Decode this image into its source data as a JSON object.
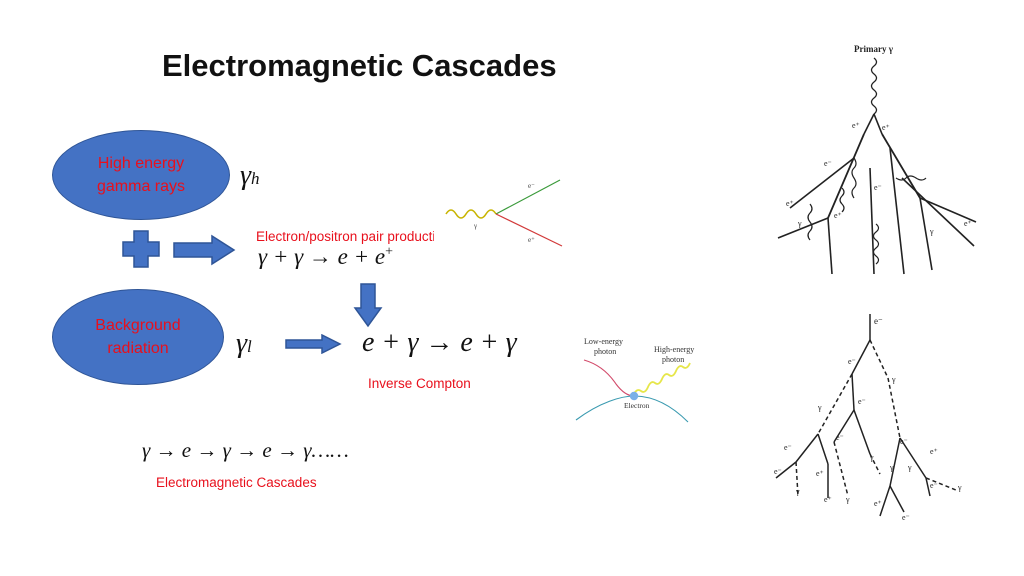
{
  "title": "Electromagnetic Cascades",
  "nodes": {
    "high_energy": "High energy gamma rays",
    "background": "Background radiation"
  },
  "symbols": {
    "gamma_h": "γ",
    "gamma_h_sub": "h",
    "gamma_l": "γ",
    "gamma_l_sub": "l"
  },
  "labels": {
    "pair_production": "Electron/positron pair production",
    "inverse_compton": "Inverse Compton",
    "cascades": "Electromagnetic Cascades"
  },
  "equations": {
    "pair": "γ + γ → e + e",
    "pair_sup": "+",
    "compton": "e + γ → e + γ",
    "chain": "γ → e → γ → e → γ……"
  },
  "feynman": {
    "electron": "e⁻",
    "positron": "e⁺",
    "gamma": "γ"
  },
  "compton_sketch": {
    "low_energy": "Low-energy",
    "low_photon": "photon",
    "high_energy": "High-energy",
    "high_photon": "photon",
    "electron": "Electron"
  },
  "shower_top": {
    "primary": "Primary γ",
    "e_minus": "e⁻",
    "e_plus": "e⁺",
    "gamma": "γ"
  },
  "shower_bottom": {
    "e_minus": "e⁻",
    "e_plus": "e⁺",
    "gamma": "γ"
  },
  "colors": {
    "node_fill": "#4472c4",
    "label_red": "#e8101c"
  }
}
